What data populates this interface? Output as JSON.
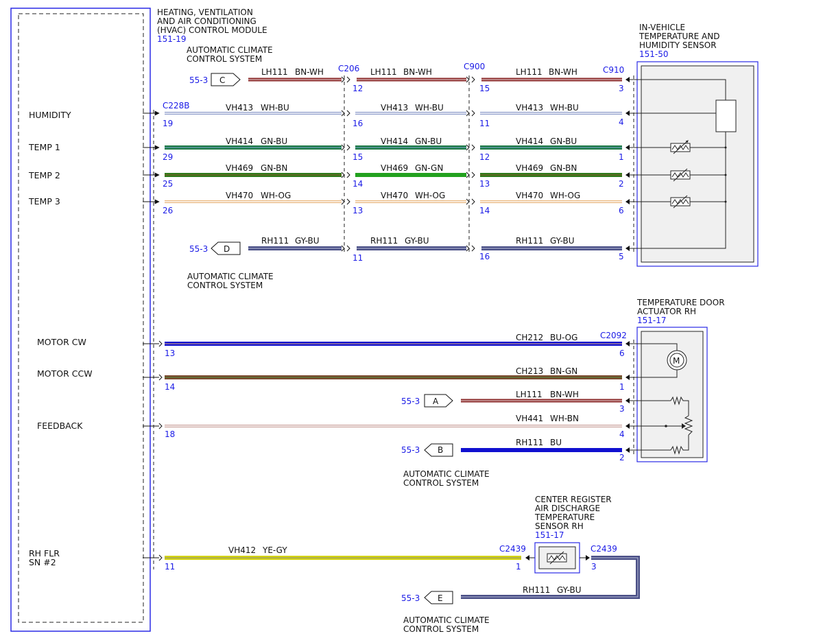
{
  "module": {
    "title_lines": [
      "HEATING, VENTILATION",
      "AND AIR CONDITIONING",
      "(HVAC) CONTROL MODULE"
    ],
    "ref": "151-19",
    "pins": [
      "HUMIDITY",
      "TEMP 1",
      "TEMP 2",
      "TEMP 3",
      "MOTOR CW",
      "MOTOR CCW",
      "FEEDBACK"
    ],
    "rh_flr_lines": [
      "RH FLR",
      "SN #2"
    ]
  },
  "sensor_hum": {
    "title_lines": [
      "IN-VEHICLE",
      "TEMPERATURE AND",
      "HUMIDITY SENSOR"
    ],
    "ref": "151-50"
  },
  "actuator": {
    "title_lines": [
      "TEMPERATURE DOOR",
      "ACTUATOR RH"
    ],
    "ref": "151-17"
  },
  "register": {
    "title_lines": [
      "CENTER REGISTER",
      "AIR DISCHARGE",
      "TEMPERATURE",
      "SENSOR RH"
    ],
    "ref": "151-17"
  },
  "system_label_lines": [
    "AUTOMATIC CLIMATE",
    "CONTROL SYSTEM"
  ],
  "connectors": {
    "c206": "C206",
    "c900": "C900",
    "c910": "C910",
    "c228b": "C228B",
    "c2092": "C2092",
    "c2439_a": "C2439",
    "c2439_b": "C2439"
  },
  "page_refs": {
    "ref": "55-3",
    "tags": [
      "C",
      "D",
      "A",
      "B",
      "E"
    ]
  },
  "wires": {
    "lh111": {
      "circuit": "LH111",
      "color": "BN-WH"
    },
    "vh413": {
      "circuit": "VH413",
      "color": "WH-BU"
    },
    "vh414": {
      "circuit": "VH414",
      "color": "GN-BU"
    },
    "vh469": {
      "circuit": "VH469",
      "color": "GN-BN"
    },
    "vh469_mid": {
      "circuit": "VH469",
      "color": "GN-GN"
    },
    "vh470": {
      "circuit": "VH470",
      "color": "WH-OG"
    },
    "rh111": {
      "circuit": "RH111",
      "color": "GY-BU"
    },
    "ch212": {
      "circuit": "CH212",
      "color": "BU-OG"
    },
    "ch213": {
      "circuit": "CH213",
      "color": "BN-GN"
    },
    "vh441": {
      "circuit": "VH441",
      "color": "WH-BN"
    },
    "rh111_bu": {
      "circuit": "RH111",
      "color": "BU"
    },
    "vh412": {
      "circuit": "VH412",
      "color": "YE-GY"
    }
  },
  "pin_numbers": {
    "c206_top": [
      "12",
      "16",
      "15",
      "14",
      "13",
      "11"
    ],
    "c900": [
      "15",
      "11",
      "12",
      "13",
      "14",
      "16"
    ],
    "c910": [
      "3",
      "4",
      "1",
      "2",
      "6",
      "5"
    ],
    "c228b": [
      "19",
      "29",
      "25",
      "26",
      "13",
      "14",
      "18",
      "11"
    ],
    "c2092": [
      "6",
      "1",
      "3",
      "4",
      "2"
    ],
    "c2439": [
      "1",
      "3"
    ]
  },
  "colors": {
    "ref_blue": "#1a1ae6",
    "brown": "#8b2a2a",
    "green": "#1e7a45",
    "dkgreen": "#2f7a1a",
    "blue": "#1010d0",
    "gray_blue": "#4a4f86",
    "yellow": "#d4d411",
    "wh_bu": "#8a98c8",
    "wh_og": "#e8b479",
    "wh_bn": "#c9a09a",
    "bn_gn": "#7a4a2e",
    "box_fill": "#f0f0f0"
  }
}
